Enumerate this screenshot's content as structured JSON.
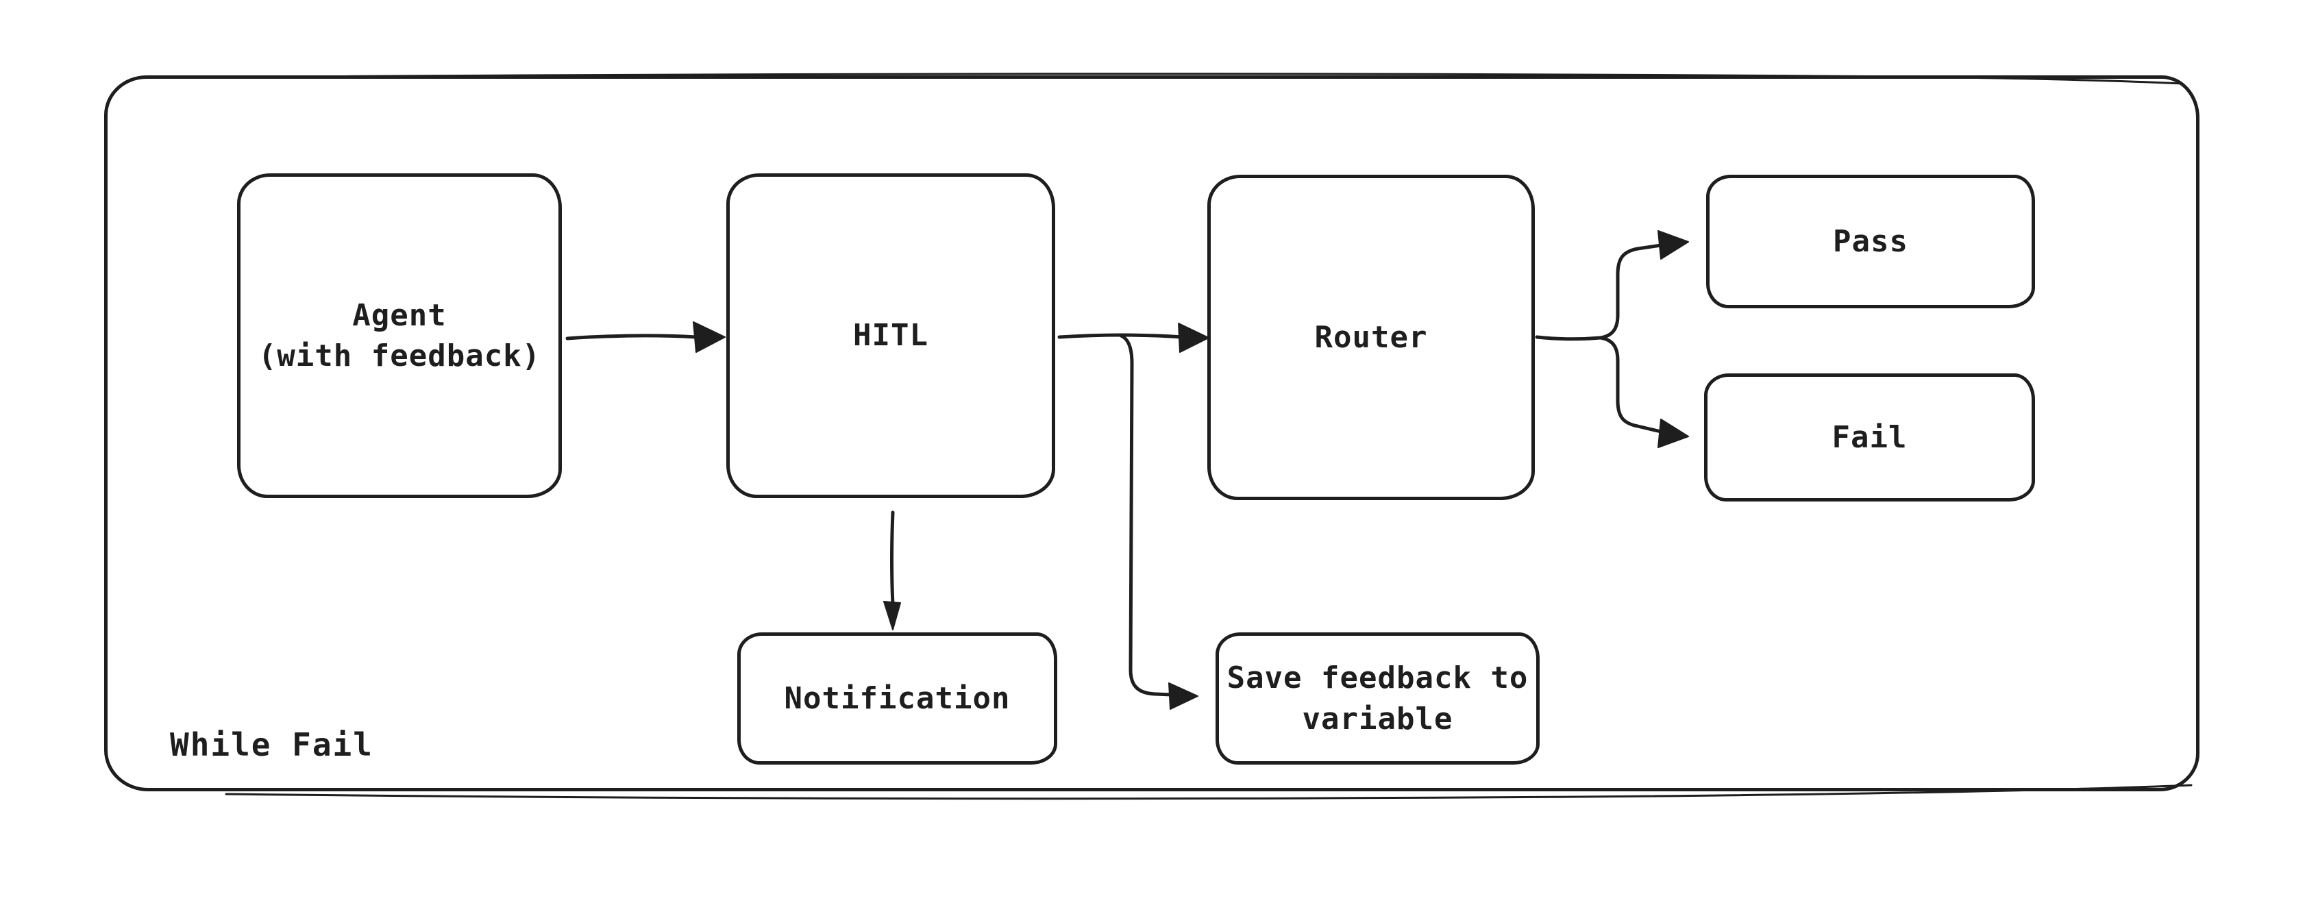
{
  "diagram": {
    "type": "flowchart",
    "style": {
      "stroke_color": "#1e1e1e",
      "background_color": "#ffffff"
    },
    "container_label": "While Fail",
    "nodes": [
      {
        "id": "agent",
        "label": "Agent\n(with feedback)"
      },
      {
        "id": "hitl",
        "label": "HITL"
      },
      {
        "id": "router",
        "label": "Router"
      },
      {
        "id": "pass",
        "label": "Pass"
      },
      {
        "id": "fail",
        "label": "Fail"
      },
      {
        "id": "notification",
        "label": "Notification"
      },
      {
        "id": "save-feedback",
        "label": "Save feedback to\nvariable"
      }
    ],
    "edges": [
      {
        "from": "agent",
        "to": "hitl"
      },
      {
        "from": "hitl",
        "to": "router"
      },
      {
        "from": "hitl",
        "to": "notification"
      },
      {
        "from": "hitl",
        "to": "save-feedback"
      },
      {
        "from": "router",
        "to": "pass"
      },
      {
        "from": "router",
        "to": "fail"
      }
    ]
  }
}
